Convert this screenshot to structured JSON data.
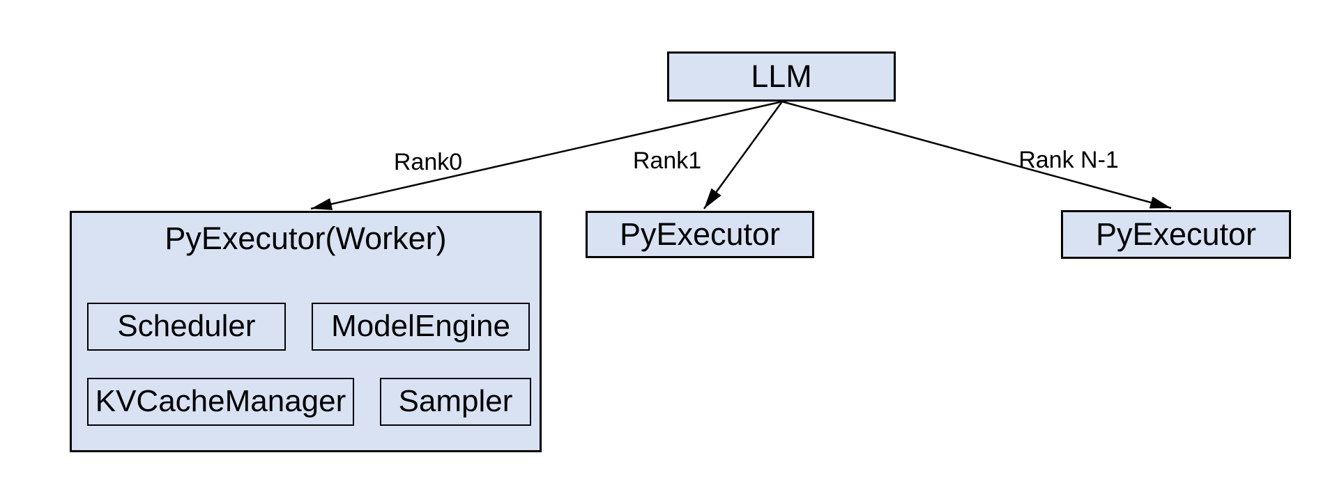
{
  "diagram": {
    "nodes": {
      "llm": {
        "label": "LLM"
      },
      "worker": {
        "title": "PyExecutor(Worker)",
        "children": [
          "Scheduler",
          "ModelEngine",
          "KVCacheManager",
          "Sampler"
        ]
      },
      "executor_rank1": {
        "label": "PyExecutor"
      },
      "executor_rankN": {
        "label": "PyExecutor"
      }
    },
    "edges": [
      {
        "label": "Rank0"
      },
      {
        "label": "Rank1"
      },
      {
        "label": "Rank N-1"
      }
    ],
    "colors": {
      "node_fill": "#d9e2f3",
      "node_border": "#000000",
      "arrow": "#000000",
      "text": "#000000",
      "background": "#ffffff"
    }
  }
}
